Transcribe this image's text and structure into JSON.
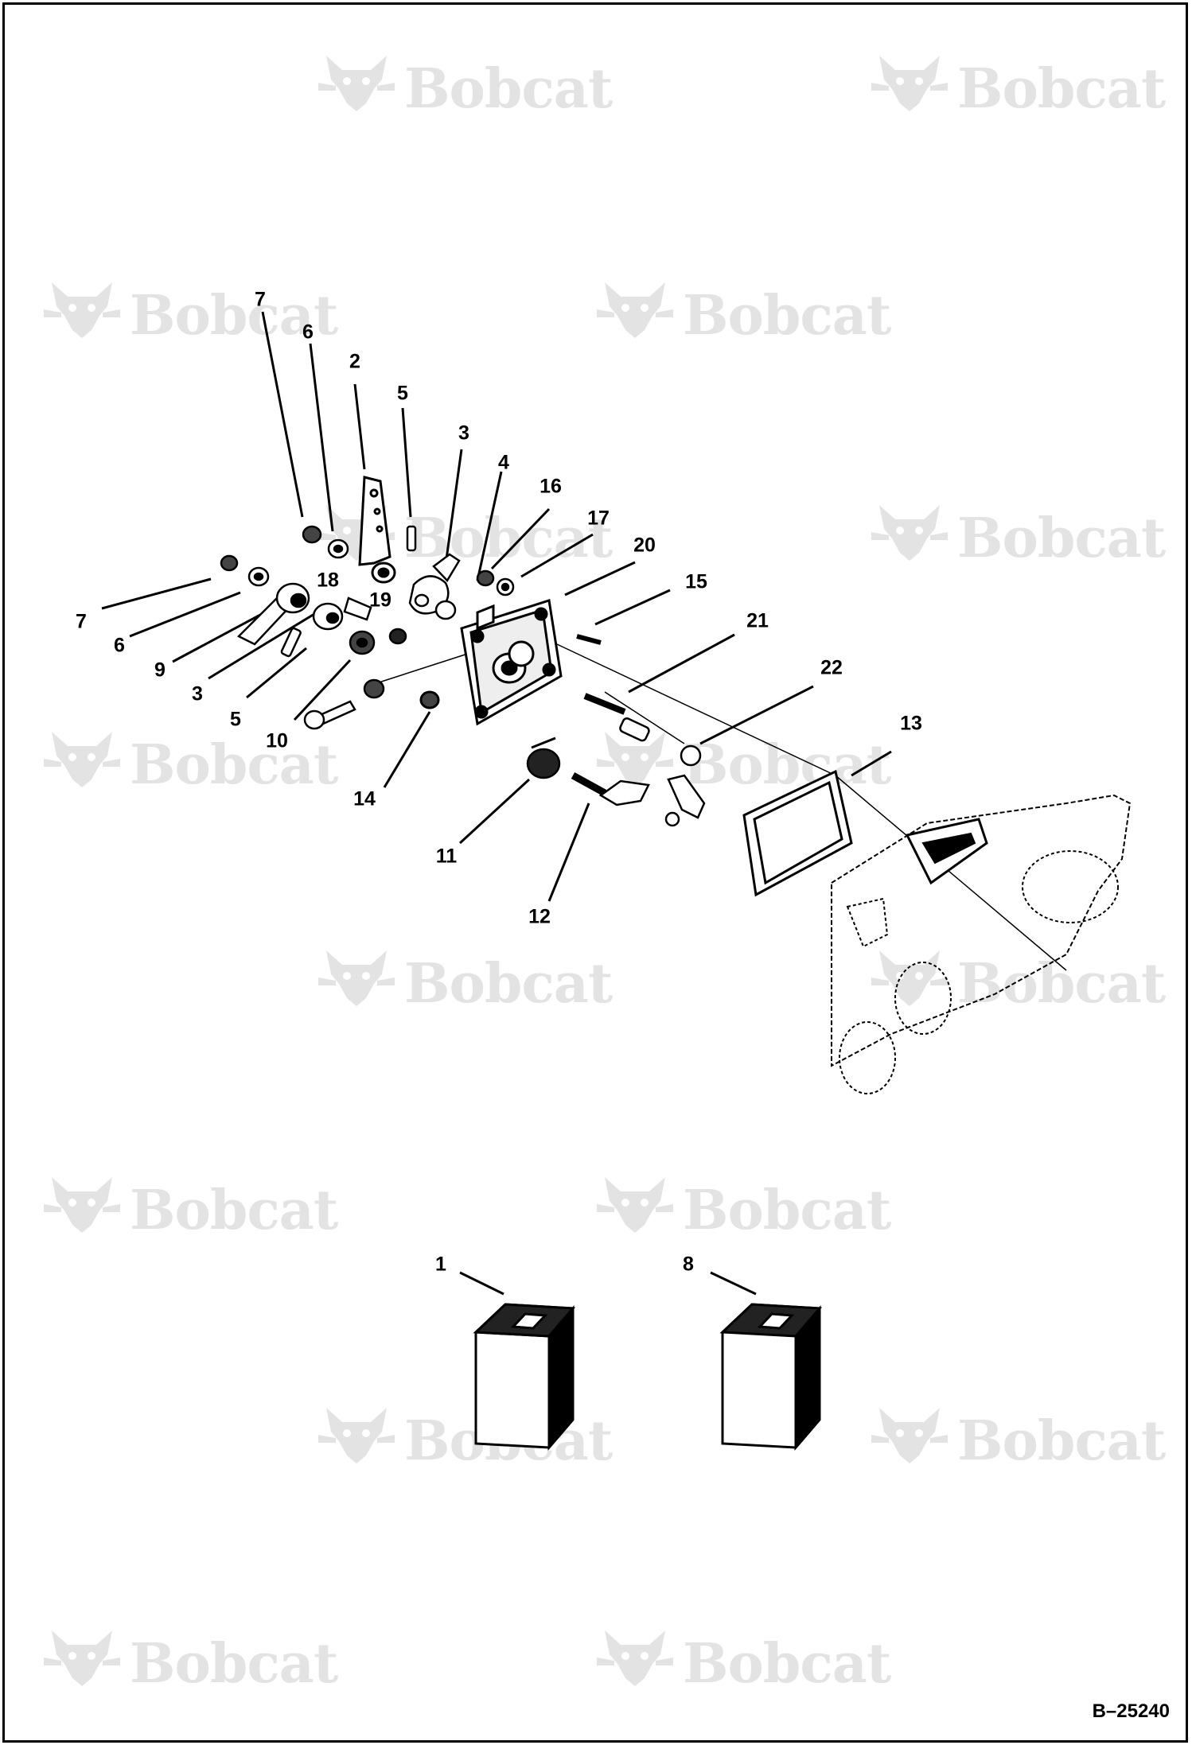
{
  "watermark": {
    "text": "Bobcat"
  },
  "callouts": {
    "c7a": "7",
    "c6a": "6",
    "c2": "2",
    "c5a": "5",
    "c3a": "3",
    "c4": "4",
    "c16": "16",
    "c17": "17",
    "c20": "20",
    "c15": "15",
    "c18": "18",
    "c19": "19",
    "c7b": "7",
    "c6b": "6",
    "c9": "9",
    "c3b": "3",
    "c5b": "5",
    "c10": "10",
    "c14": "14",
    "c21": "21",
    "c22": "22",
    "c13": "13",
    "c11": "11",
    "c12": "12",
    "c1": "1",
    "c8": "8"
  },
  "document_ref": "B–25240"
}
